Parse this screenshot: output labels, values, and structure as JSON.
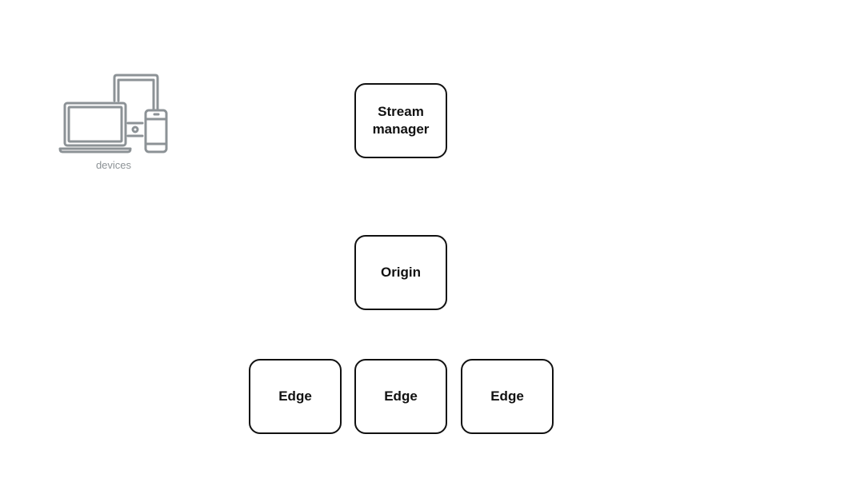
{
  "devices": {
    "icon": "devices-icon",
    "label": "devices",
    "color": "#8c9296"
  },
  "nodes": {
    "stream_manager": "Stream manager",
    "origin": "Origin",
    "edges": [
      "Edge",
      "Edge",
      "Edge"
    ]
  },
  "colors": {
    "node_border": "#111111",
    "background": "#ffffff"
  }
}
